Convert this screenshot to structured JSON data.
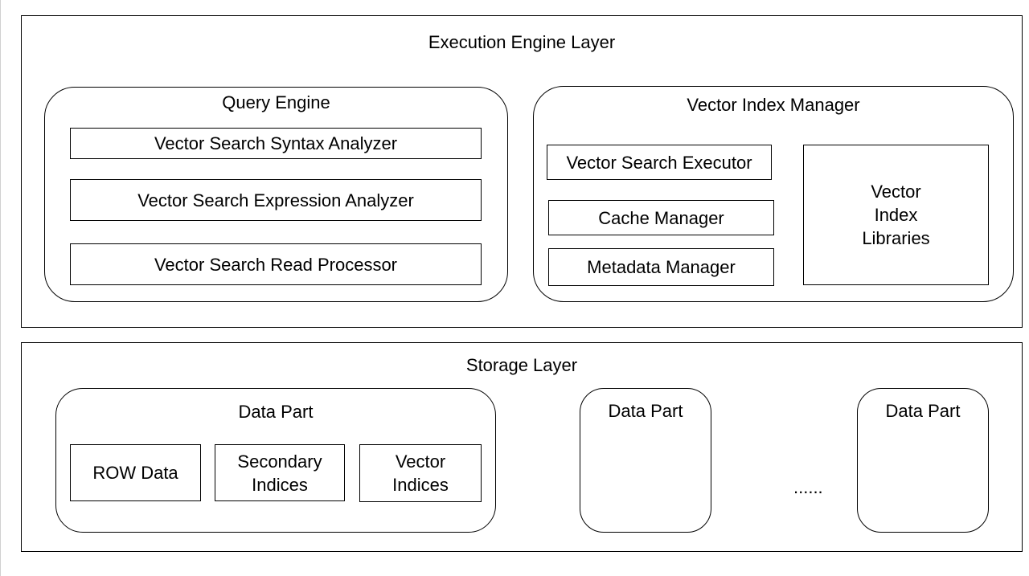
{
  "execution_layer": {
    "title": "Execution Engine Layer",
    "query_engine": {
      "title": "Query   Engine",
      "components": [
        "Vector Search Syntax Analyzer",
        "Vector Search Expression Analyzer",
        "Vector Search Read Processor"
      ]
    },
    "vector_index_manager": {
      "title": "Vector Index Manager",
      "components": [
        "Vector Search Executor",
        "Cache Manager",
        "Metadata Manager"
      ],
      "libraries": "Vector\nIndex\nLibraries"
    }
  },
  "storage_layer": {
    "title": "Storage Layer",
    "data_parts": [
      {
        "title": "Data Part",
        "components": [
          "ROW Data",
          "Secondary\nIndices",
          "Vector\nIndices"
        ]
      },
      {
        "title": "Data Part"
      },
      {
        "title": "Data Part"
      }
    ],
    "ellipsis": "......"
  }
}
